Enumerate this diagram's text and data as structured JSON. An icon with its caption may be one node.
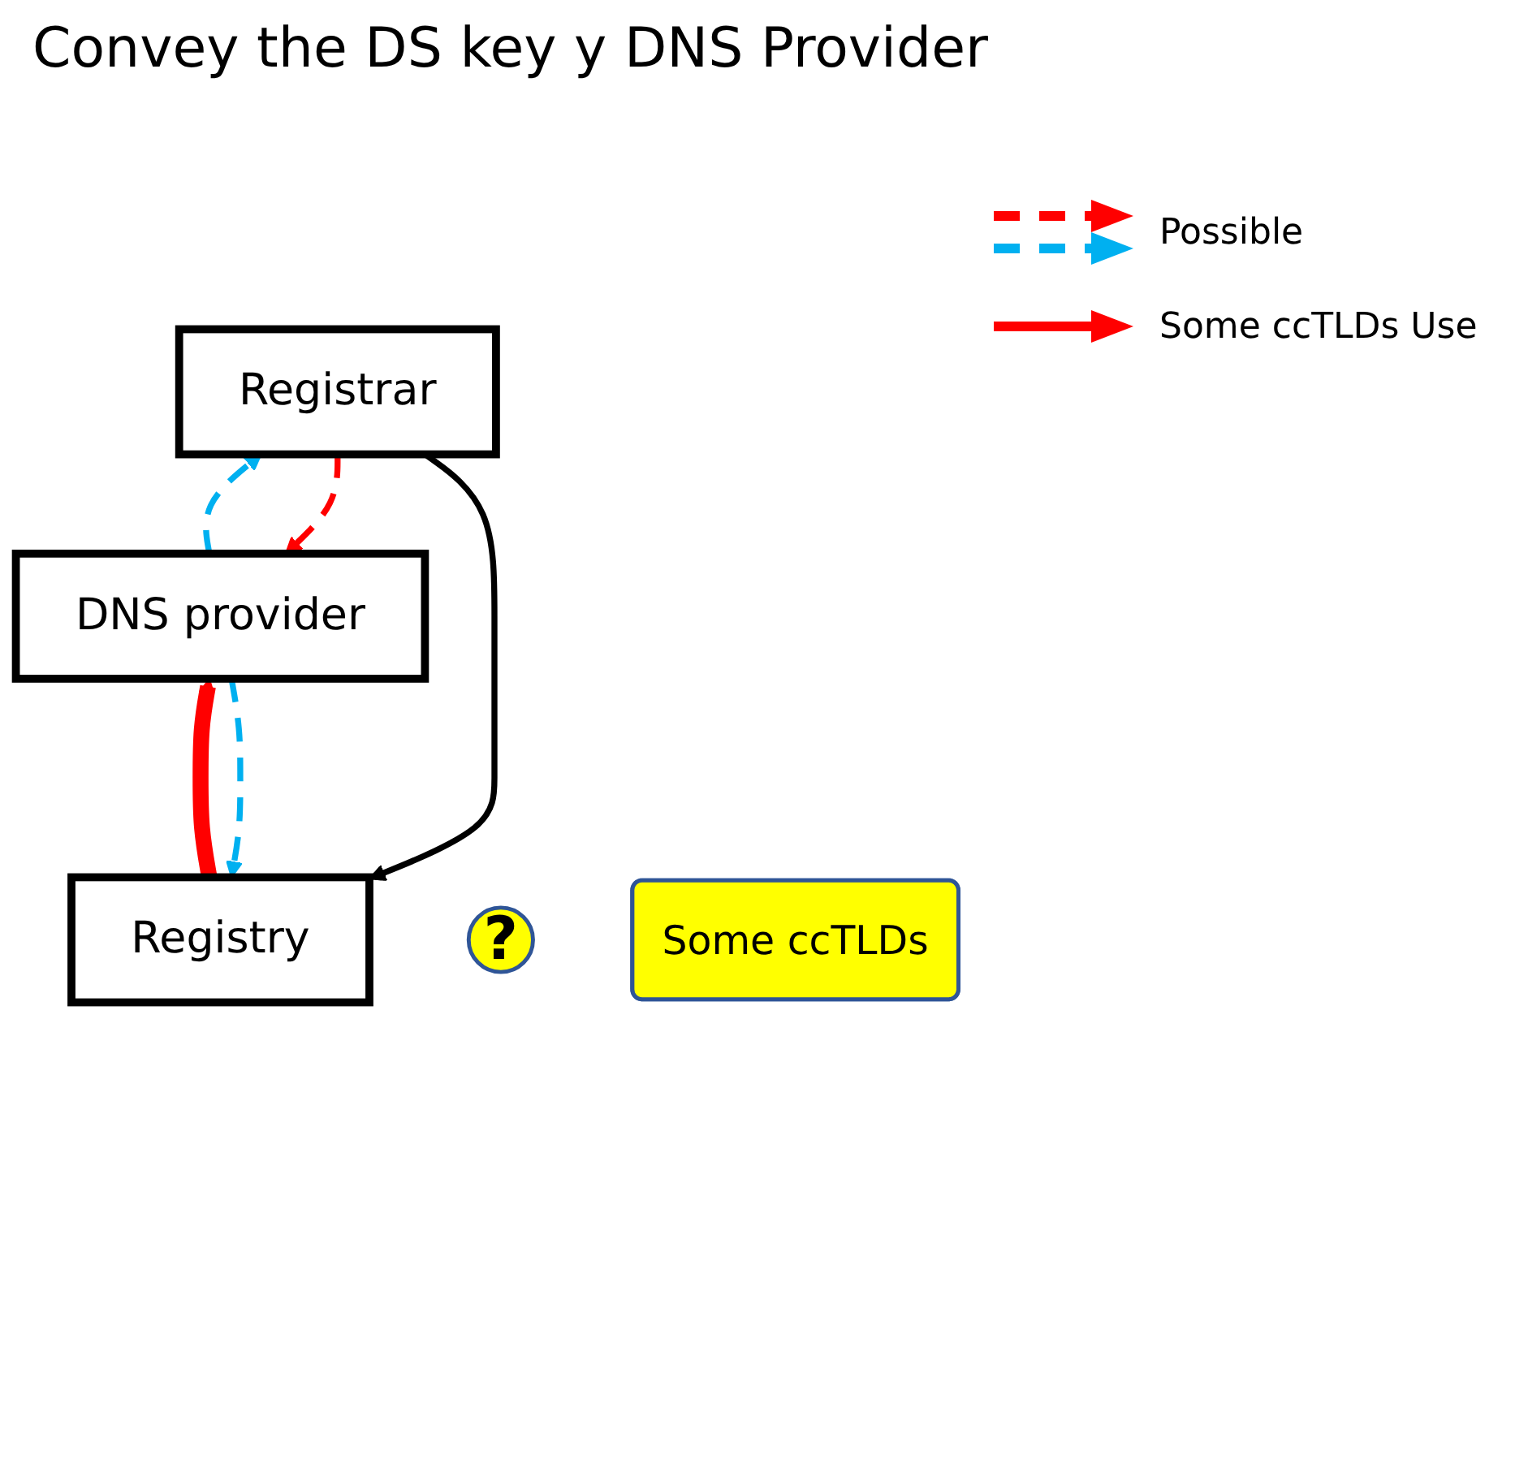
{
  "diagram": {
    "title": "Convey the DS key y DNS Provider",
    "nodes": [
      {
        "text": [
          "Registry"
        ]
      },
      {
        "text": [
          "Registrar"
        ]
      },
      {
        "text": [
          "DNS provider"
        ]
      },
      {
        "text": [
          "?"
        ]
      },
      {
        "text": [
          "Some ccTLDs"
        ]
      }
    ],
    "edges": [
      {
        "from": 2,
        "to": 0,
        "arrow": "to",
        "style": "dashed",
        "color": "#00b0f0"
      },
      {
        "from": 2,
        "to": 1,
        "arrow": "to",
        "style": "dashed",
        "color": "#00b0f0"
      },
      {
        "from": 1,
        "to": 0,
        "arrow": "to",
        "color": "#000000"
      },
      {
        "from": 0,
        "to": 2,
        "arrow": "to",
        "style": "thick",
        "color": "#ff0000"
      },
      {
        "from": 1,
        "to": 2,
        "arrow": "to",
        "style": "dashed",
        "color": "#ff0000"
      }
    ],
    "legend": [
      {
        "text": "Possible"
      },
      {
        "text": "Some ccTLDs Use"
      }
    ]
  }
}
